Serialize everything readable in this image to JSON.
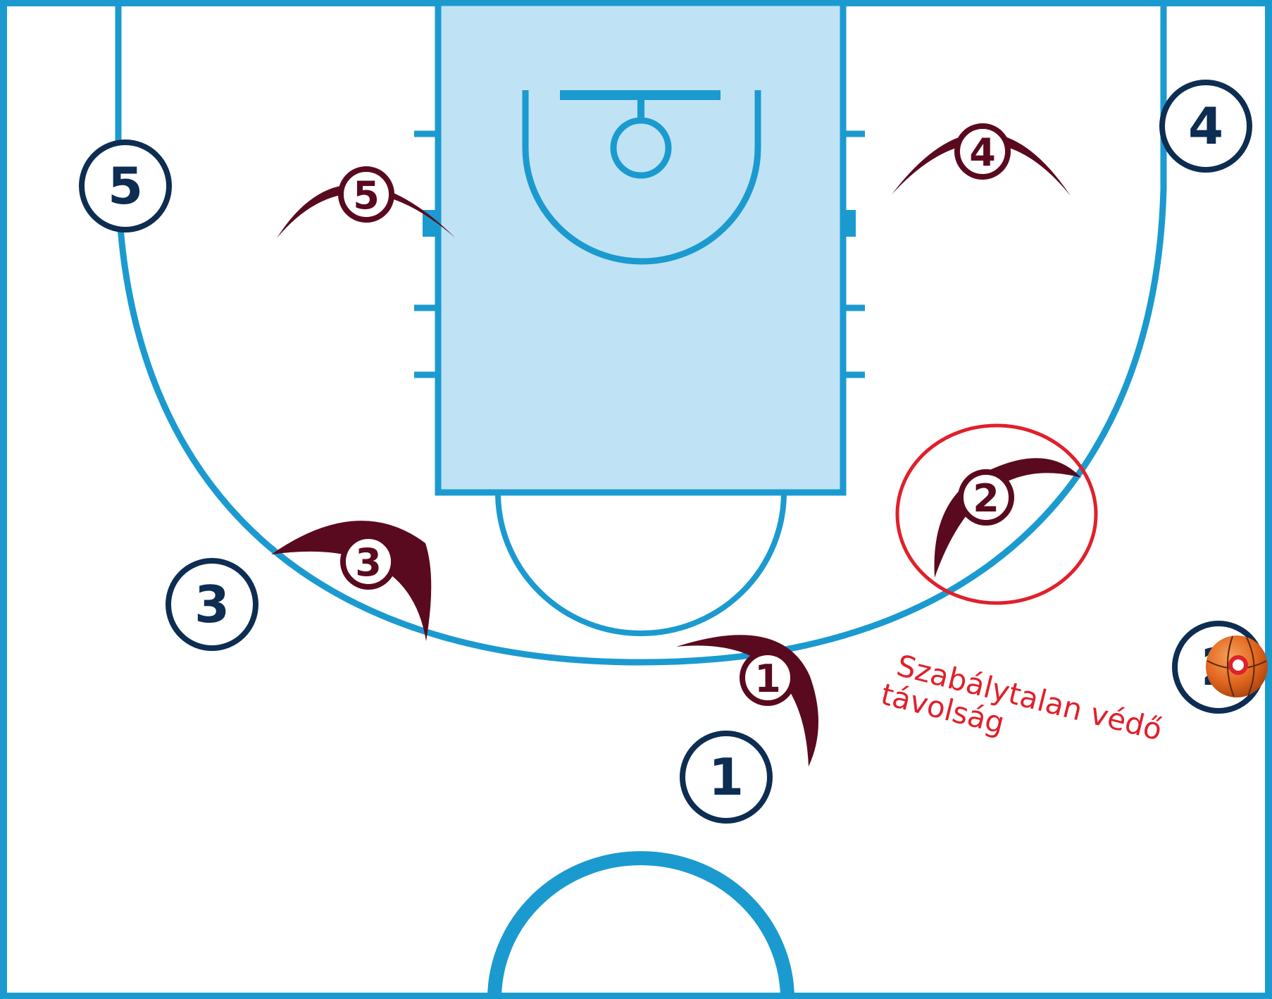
{
  "colors": {
    "court_line": "#1b9ad0",
    "paint_fill": "#bfe3f4",
    "offense": "#0d2d52",
    "defense": "#5a0a1e",
    "annotation": "#e0202a",
    "ball": "#e2661f"
  },
  "offense_players": [
    {
      "number": "1"
    },
    {
      "number": "2",
      "has_ball": true
    },
    {
      "number": "3"
    },
    {
      "number": "4"
    },
    {
      "number": "5"
    }
  ],
  "defense_players": [
    {
      "number": "1"
    },
    {
      "number": "2",
      "highlighted": true
    },
    {
      "number": "3"
    },
    {
      "number": "4"
    },
    {
      "number": "5"
    }
  ],
  "annotation": {
    "line1": "Szabálytalan védő",
    "line2": "távolság"
  }
}
